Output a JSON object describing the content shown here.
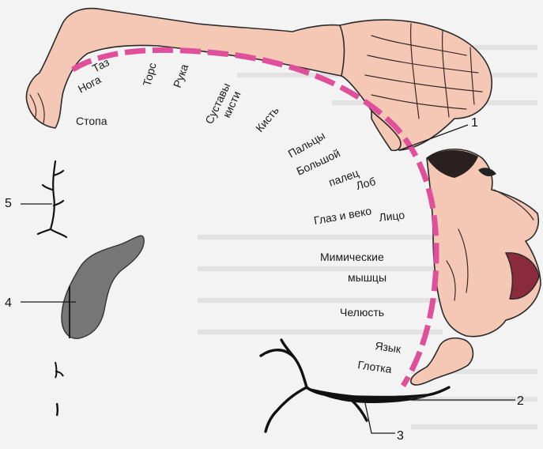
{
  "palette": {
    "skin": "#f4c8b4",
    "cortex_band": "#e0509a",
    "outline": "#2a2a2a",
    "background": "#f3f3f3",
    "neuron": "#111111",
    "gray_shape": "#777777"
  },
  "body_part_labels": [
    {
      "id": "taz",
      "text": "Таз"
    },
    {
      "id": "noga",
      "text": "Нога"
    },
    {
      "id": "tors",
      "text": "Торс"
    },
    {
      "id": "ruka",
      "text": "Рука"
    },
    {
      "id": "sustavy",
      "text": "Суставы"
    },
    {
      "id": "kisti",
      "text": "кисти"
    },
    {
      "id": "stopa",
      "text": "Стопа"
    },
    {
      "id": "kist",
      "text": "Кисть"
    },
    {
      "id": "paltsy",
      "text": "Пальцы"
    },
    {
      "id": "bolshoy",
      "text": "Большой"
    },
    {
      "id": "palets",
      "text": "палец"
    },
    {
      "id": "lob",
      "text": "Лоб"
    },
    {
      "id": "glaz",
      "text": "Глаз и веко"
    },
    {
      "id": "litso",
      "text": "Лицо"
    },
    {
      "id": "mimicheskie",
      "text": "Мимические"
    },
    {
      "id": "myshtsy",
      "text": "мышцы"
    },
    {
      "id": "chelyust",
      "text": "Челюсть"
    },
    {
      "id": "yazyk",
      "text": "Язык"
    },
    {
      "id": "glotka",
      "text": "Глотка"
    }
  ],
  "callouts": [
    {
      "id": "c1",
      "text": "1"
    },
    {
      "id": "c2",
      "text": "2"
    },
    {
      "id": "c3",
      "text": "3"
    },
    {
      "id": "c4",
      "text": "4"
    },
    {
      "id": "c5",
      "text": "5"
    }
  ]
}
